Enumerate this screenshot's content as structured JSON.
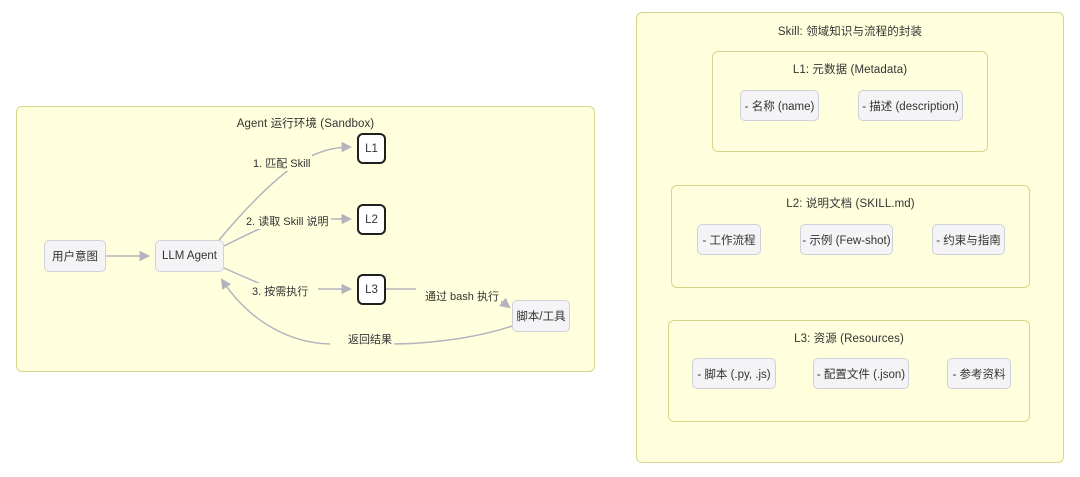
{
  "theme": {
    "cluster_fill": "#ffffde",
    "cluster_stroke": "#d6d68a",
    "node_fill": "#f4f4f6",
    "node_stroke": "#d0d0d8",
    "node_strong_stroke": "#1f1f1f",
    "edge_stroke": "#b3b3bd",
    "text_color": "#333333",
    "page_background": "#ffffff"
  },
  "diagram": {
    "type": "flowchart",
    "panels": [
      {
        "id": "sandbox",
        "title": "Agent 运行环境 (Sandbox)",
        "nodes": [
          {
            "id": "user-intent",
            "label": "用户意图",
            "style": "soft"
          },
          {
            "id": "llm-agent",
            "label": "LLM Agent",
            "style": "soft"
          },
          {
            "id": "l1",
            "label": "L1",
            "style": "strong"
          },
          {
            "id": "l2",
            "label": "L2",
            "style": "strong"
          },
          {
            "id": "l3",
            "label": "L3",
            "style": "strong"
          },
          {
            "id": "script-tool",
            "label": "脚本/工具",
            "style": "soft"
          }
        ],
        "edges": [
          {
            "from": "user-intent",
            "to": "llm-agent",
            "label": ""
          },
          {
            "from": "llm-agent",
            "to": "l1",
            "label": "1. 匹配 Skill"
          },
          {
            "from": "llm-agent",
            "to": "l2",
            "label": "2. 读取 Skill 说明"
          },
          {
            "from": "llm-agent",
            "to": "l3",
            "label": "3. 按需执行"
          },
          {
            "from": "l3",
            "to": "script-tool",
            "label": "通过 bash 执行"
          },
          {
            "from": "script-tool",
            "to": "llm-agent",
            "label": "返回结果"
          }
        ]
      },
      {
        "id": "skill",
        "title": "Skill: 领域知识与流程的封装",
        "layers": [
          {
            "id": "l1-metadata",
            "title": "L1: 元数据 (Metadata)",
            "items": [
              {
                "id": "name",
                "label": "- 名称 (name)"
              },
              {
                "id": "description",
                "label": "- 描述 (description)"
              }
            ]
          },
          {
            "id": "l2-doc",
            "title": "L2: 说明文档 (SKILL.md)",
            "items": [
              {
                "id": "workflow",
                "label": "- 工作流程"
              },
              {
                "id": "fewshot",
                "label": "- 示例 (Few-shot)"
              },
              {
                "id": "constraints",
                "label": "- 约束与指南"
              }
            ]
          },
          {
            "id": "l3-resources",
            "title": "L3: 资源 (Resources)",
            "items": [
              {
                "id": "scripts",
                "label": "- 脚本 (.py, .js)"
              },
              {
                "id": "config",
                "label": "- 配置文件 (.json)"
              },
              {
                "id": "reference",
                "label": "- 参考资料"
              }
            ]
          }
        ]
      }
    ]
  }
}
